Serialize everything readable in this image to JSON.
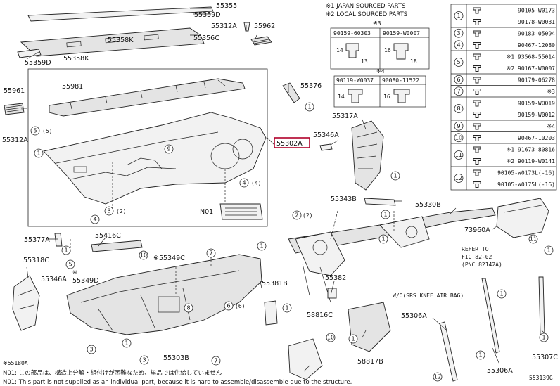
{
  "labels": {
    "p55355": "55355",
    "p55359D": "55359D",
    "p55358K_top": "55358K",
    "p55356C": "55356C",
    "p55312A_top": "55312A",
    "p55962": "55962",
    "p55359D_left": "55359D",
    "p55358K_bot": "55358K",
    "p55961": "55961",
    "p55981": "55981",
    "p55376": "55376",
    "p55317A": "55317A",
    "p55346A_r": "55346A",
    "p55302A": "55302A",
    "p55312A_left": "55312A",
    "pN01": "N01",
    "p55343B": "55343B",
    "p55330B": "55330B",
    "p73960A": "73960A",
    "p55377A": "55377A",
    "p55416C": "55416C",
    "p55349C": "※55349C",
    "p55318C": "55318C",
    "p55346A_l": "55346A",
    "p55349D": "55349D",
    "p55381B": "55381B",
    "p55382": "55382",
    "p58816C": "58816C",
    "p58817B": "58817B",
    "p55303B": "55303B",
    "p55306A_l": "55306A",
    "p55306A_b": "55306A",
    "p55307C": "55307C",
    "p55180A": "※55180A",
    "diagram_code": "553139G"
  },
  "annotations": {
    "refer_to": "REFER TO",
    "fig": "FIG 82-02",
    "pnc": "(PNC 82142A)",
    "wo_srs": "W/O(SRS KNEE AIR BAG)",
    "note_s": "※"
  },
  "legend_top": {
    "line1": "※1 JAPAN SOURCED PARTS",
    "line2": "※2 LOCAL SOURCED PARTS",
    "box3_mark": "※3",
    "box3_part_a": "90159-60303",
    "box3_part_b": "90159-W0007",
    "box3_dim_a1": "14",
    "box3_dim_a2": "13",
    "box3_dim_b1": "16",
    "box3_dim_b2": "18",
    "box4_mark": "※4",
    "box4_part_a": "90119-W0037",
    "box4_part_b": "90080-11522",
    "box4_dim_a": "14",
    "box4_dim_b": "16"
  },
  "parts_table": [
    {
      "n": "1",
      "text": "90105-W0173"
    },
    {
      "n": "",
      "text": "90178-W0031"
    },
    {
      "n": "3",
      "text": "90183-05094"
    },
    {
      "n": "4",
      "text": "90467-12080"
    },
    {
      "n": "5",
      "text": "※1 93568-55014"
    },
    {
      "n": "",
      "text": "※2 90167-W0007"
    },
    {
      "n": "6",
      "text": "90179-06278"
    },
    {
      "n": "7",
      "text": "※3"
    },
    {
      "n": "8",
      "text": "90159-W0019"
    },
    {
      "n": "",
      "text": "90159-W0012"
    },
    {
      "n": "9",
      "text": "※4"
    },
    {
      "n": "10",
      "text": "90467-10203"
    },
    {
      "n": "11",
      "text": "※1 91673-80816"
    },
    {
      "n": "",
      "text": "※2 90119-W0141"
    },
    {
      "n": "12",
      "text": "90105-W0173L(-16)"
    },
    {
      "n": "",
      "text": "90105-W0175L(-16)"
    }
  ],
  "callouts": {
    "c1": "1",
    "c2": "2",
    "c3": "3",
    "c4": "4",
    "c5": "5",
    "c6": "6",
    "c7": "7",
    "c8": "8",
    "c9": "9",
    "c10": "10",
    "c11": "11",
    "c12": "12",
    "c3_2": "(2)",
    "c4_4": "(4)",
    "c5_5": "(5)",
    "c6_6": "(6)",
    "c2_2": "(2)"
  },
  "footnotes": {
    "jp": "N01: この部品は、構造上分解・組付けが困難なため、単品では供給していません",
    "en": "N01: This part is not supplied as an individual part, because it is hard to assemble/disassemble due to the structure."
  }
}
